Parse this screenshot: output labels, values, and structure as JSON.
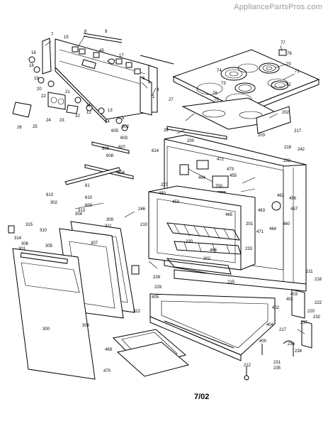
{
  "watermark": "AppliancePartsPros.com",
  "date_code": "7/02",
  "part_labels": [
    {
      "id": "p7",
      "text": "7"
    },
    {
      "id": "p15",
      "text": "15"
    },
    {
      "id": "p8",
      "text": "8"
    },
    {
      "id": "p9",
      "text": "9"
    },
    {
      "id": "p45",
      "text": "45"
    },
    {
      "id": "p17",
      "text": "17"
    },
    {
      "id": "p6",
      "text": "6"
    },
    {
      "id": "p4",
      "text": "4"
    },
    {
      "id": "p3",
      "text": "3"
    },
    {
      "id": "p1",
      "text": "1"
    },
    {
      "id": "p16",
      "text": "16"
    },
    {
      "id": "p18",
      "text": "18"
    },
    {
      "id": "p21",
      "text": "21"
    },
    {
      "id": "p19",
      "text": "19"
    },
    {
      "id": "p20",
      "text": "20"
    },
    {
      "id": "p22",
      "text": "22"
    },
    {
      "id": "p10",
      "text": "10"
    },
    {
      "id": "p12",
      "text": "12"
    },
    {
      "id": "p11",
      "text": "11"
    },
    {
      "id": "p13",
      "text": "13"
    },
    {
      "id": "p14",
      "text": "14"
    },
    {
      "id": "p5",
      "text": "5"
    },
    {
      "id": "p602",
      "text": "602"
    },
    {
      "id": "p26",
      "text": "26"
    },
    {
      "id": "p25",
      "text": "25"
    },
    {
      "id": "p24",
      "text": "24"
    },
    {
      "id": "p23",
      "text": "23"
    },
    {
      "id": "p77",
      "text": "77"
    },
    {
      "id": "p78",
      "text": "78"
    },
    {
      "id": "p74",
      "text": "74"
    },
    {
      "id": "p70",
      "text": "70"
    },
    {
      "id": "p73",
      "text": "73"
    },
    {
      "id": "p71",
      "text": "71"
    },
    {
      "id": "p72",
      "text": "72"
    },
    {
      "id": "p76",
      "text": "76"
    },
    {
      "id": "p75",
      "text": "75"
    },
    {
      "id": "p27",
      "text": "27"
    },
    {
      "id": "p202",
      "text": "202"
    },
    {
      "id": "p28",
      "text": "28"
    },
    {
      "id": "p203",
      "text": "203"
    },
    {
      "id": "p217",
      "text": "217"
    },
    {
      "id": "p218",
      "text": "218"
    },
    {
      "id": "p242",
      "text": "242"
    },
    {
      "id": "p200",
      "text": "200"
    },
    {
      "id": "p605",
      "text": "605"
    },
    {
      "id": "p603",
      "text": "603"
    },
    {
      "id": "p607",
      "text": "607"
    },
    {
      "id": "p608",
      "text": "608"
    },
    {
      "id": "p606",
      "text": "606"
    },
    {
      "id": "p604",
      "text": "604"
    },
    {
      "id": "p614",
      "text": "614"
    },
    {
      "id": "p472",
      "text": "472"
    },
    {
      "id": "p454",
      "text": "454"
    },
    {
      "id": "p473",
      "text": "473"
    },
    {
      "id": "p455",
      "text": "455"
    },
    {
      "id": "p750",
      "text": "750"
    },
    {
      "id": "p222",
      "text": "222"
    },
    {
      "id": "p227",
      "text": "227"
    },
    {
      "id": "p61",
      "text": "61"
    },
    {
      "id": "p610",
      "text": "610"
    },
    {
      "id": "p600",
      "text": "600"
    },
    {
      "id": "p613",
      "text": "613"
    },
    {
      "id": "p302",
      "text": "302"
    },
    {
      "id": "p304",
      "text": "304"
    },
    {
      "id": "p313",
      "text": "313"
    },
    {
      "id": "p309",
      "text": "309"
    },
    {
      "id": "p311",
      "text": "311"
    },
    {
      "id": "p246",
      "text": "246"
    },
    {
      "id": "p453",
      "text": "453"
    },
    {
      "id": "p450",
      "text": "450"
    },
    {
      "id": "p457",
      "text": "457"
    },
    {
      "id": "p456",
      "text": "456"
    },
    {
      "id": "p462",
      "text": "462"
    },
    {
      "id": "p460",
      "text": "460"
    },
    {
      "id": "p464",
      "text": "464"
    },
    {
      "id": "p315",
      "text": "315"
    },
    {
      "id": "p310",
      "text": "310"
    },
    {
      "id": "p314",
      "text": "314"
    },
    {
      "id": "p306",
      "text": "306"
    },
    {
      "id": "p301",
      "text": "301"
    },
    {
      "id": "p305",
      "text": "305"
    },
    {
      "id": "p307",
      "text": "307"
    },
    {
      "id": "p210",
      "text": "210"
    },
    {
      "id": "p463",
      "text": "463"
    },
    {
      "id": "p465",
      "text": "465"
    },
    {
      "id": "p201",
      "text": "201"
    },
    {
      "id": "p471",
      "text": "471"
    },
    {
      "id": "p233",
      "text": "233"
    },
    {
      "id": "p466",
      "text": "466"
    },
    {
      "id": "p230",
      "text": "230"
    },
    {
      "id": "p202b",
      "text": "202"
    },
    {
      "id": "p211",
      "text": "211"
    },
    {
      "id": "p218b",
      "text": "218"
    },
    {
      "id": "p215",
      "text": "215"
    },
    {
      "id": "p228",
      "text": "228"
    },
    {
      "id": "p229",
      "text": "229"
    },
    {
      "id": "p403",
      "text": "403"
    },
    {
      "id": "p401",
      "text": "401"
    },
    {
      "id": "p222b",
      "text": "222"
    },
    {
      "id": "p232",
      "text": "232"
    },
    {
      "id": "p402",
      "text": "402"
    },
    {
      "id": "p237",
      "text": "237"
    },
    {
      "id": "p300",
      "text": "300"
    },
    {
      "id": "p322",
      "text": "322"
    },
    {
      "id": "p308",
      "text": "308"
    },
    {
      "id": "p404",
      "text": "404"
    },
    {
      "id": "p400",
      "text": "400"
    },
    {
      "id": "p236",
      "text": "236"
    },
    {
      "id": "p238",
      "text": "238"
    },
    {
      "id": "p231",
      "text": "231"
    },
    {
      "id": "p235",
      "text": "235"
    },
    {
      "id": "p405",
      "text": "405"
    },
    {
      "id": "p469",
      "text": "469"
    },
    {
      "id": "p470",
      "text": "470"
    },
    {
      "id": "p212",
      "text": "212"
    },
    {
      "id": "p217b",
      "text": "217"
    },
    {
      "id": "p220",
      "text": "220"
    }
  ]
}
